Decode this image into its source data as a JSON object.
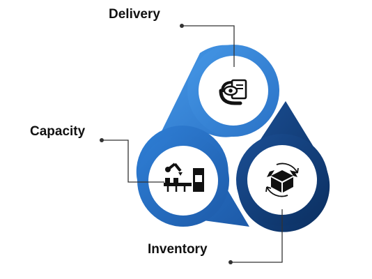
{
  "labels": {
    "delivery": "Delivery",
    "capacity": "Capacity",
    "inventory": "Inventory"
  },
  "nodes": [
    {
      "key": "delivery",
      "icon": "delivery-inspection-icon",
      "color": "#2f7fd1"
    },
    {
      "key": "capacity",
      "icon": "robotic-arm-factory-icon",
      "color": "#2568b8"
    },
    {
      "key": "inventory",
      "icon": "box-cycle-icon",
      "color": "#123f78"
    }
  ],
  "colors": {
    "blue_light": "#3c8ee0",
    "blue_mid": "#2163b4",
    "blue_dark": "#0f3870",
    "connector": "#333333"
  }
}
